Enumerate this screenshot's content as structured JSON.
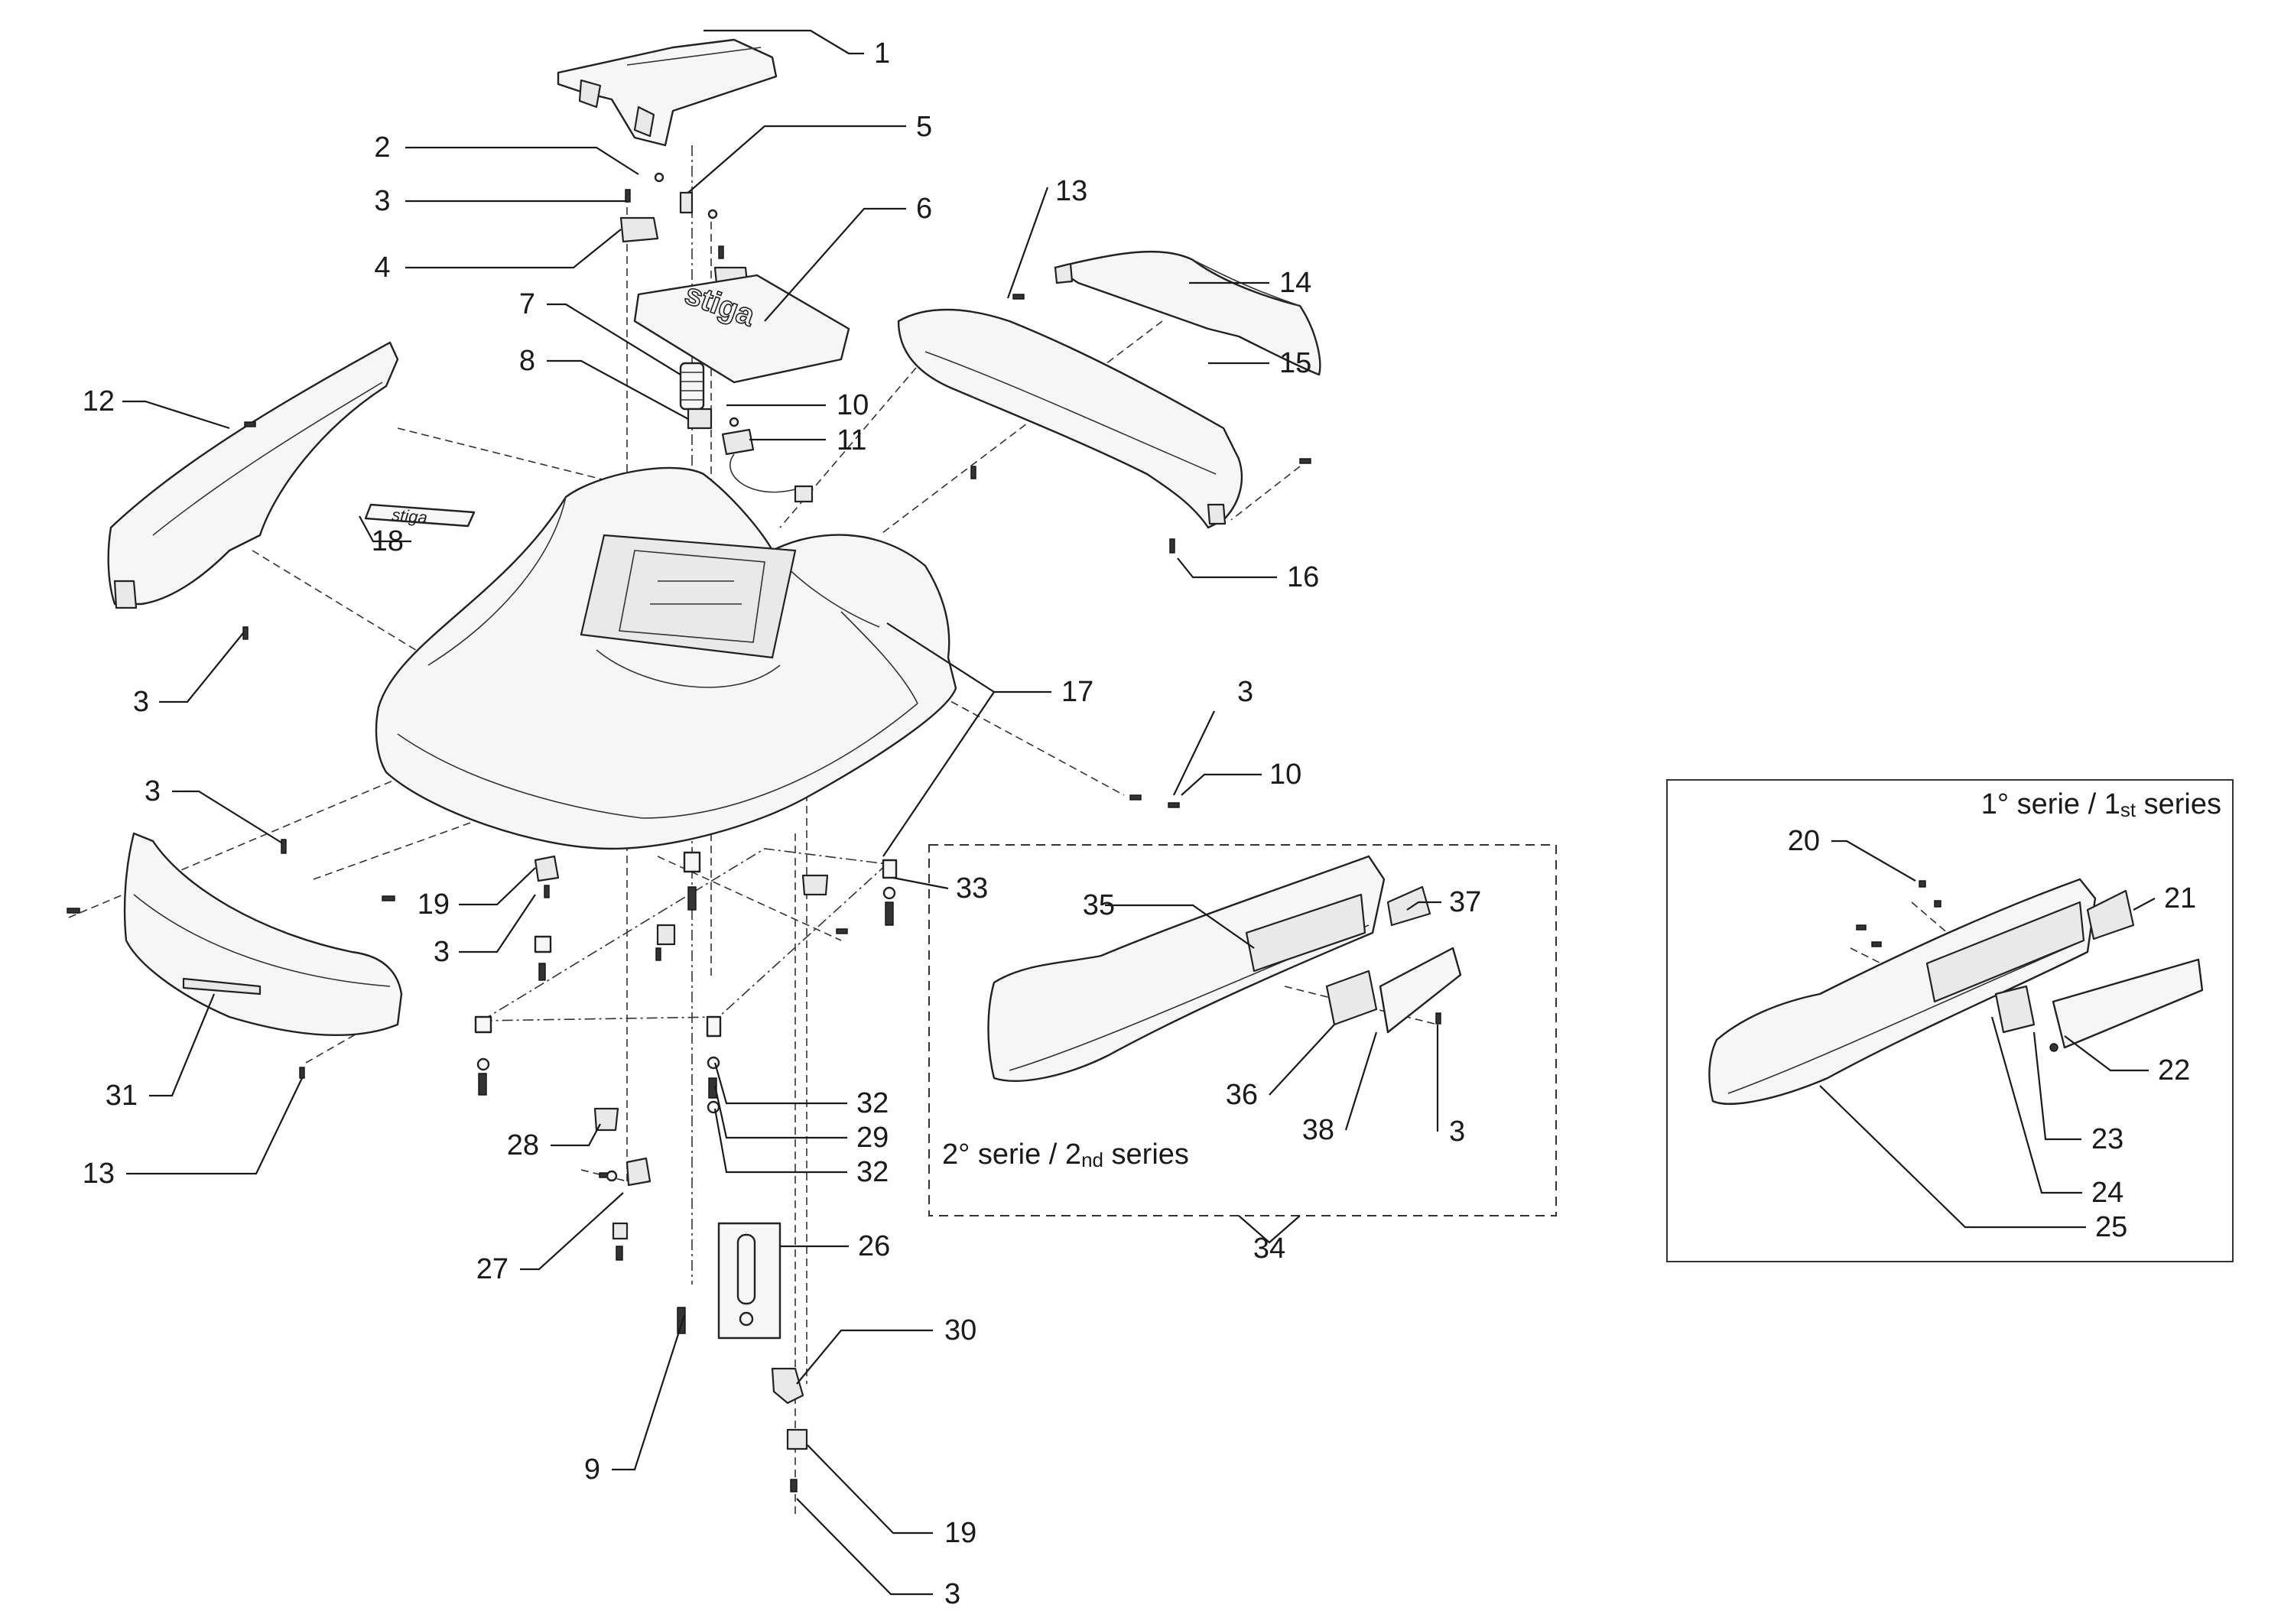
{
  "callouts": [
    "1",
    "2",
    "3",
    "4",
    "5",
    "6",
    "7",
    "8",
    "9",
    "10",
    "11",
    "12",
    "13",
    "14",
    "15",
    "16",
    "17",
    "18",
    "19",
    "20",
    "21",
    "22",
    "23",
    "24",
    "25",
    "26",
    "27",
    "28",
    "29",
    "30",
    "31",
    "32",
    "33",
    "34",
    "35",
    "36",
    "37",
    "38"
  ],
  "series": {
    "first": {
      "main": "1° serie / 1",
      "sup": "st",
      "rest": " series"
    },
    "second": {
      "main": "2° serie / 2",
      "sup": "nd",
      "rest": " series"
    }
  }
}
